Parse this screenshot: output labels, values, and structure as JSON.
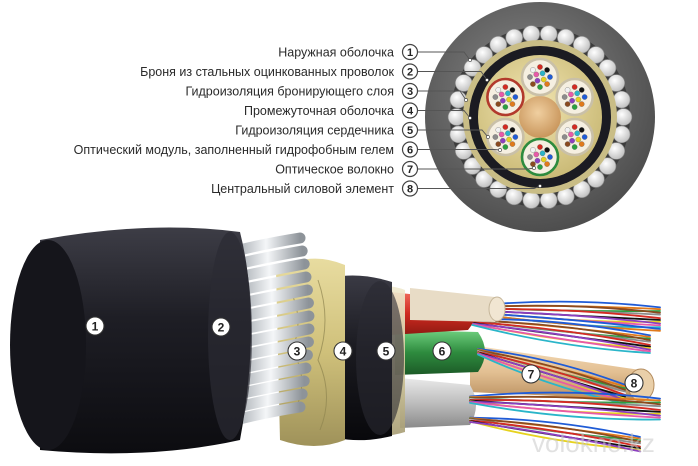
{
  "legend": [
    {
      "num": "1",
      "text": "Наружная оболочка"
    },
    {
      "num": "2",
      "text": "Броня из стальных оцинкованных проволок"
    },
    {
      "num": "3",
      "text": "Гидроизоляция бронирующего слоя"
    },
    {
      "num": "4",
      "text": "Промежуточная оболочка"
    },
    {
      "num": "5",
      "text": "Гидроизоляция сердечника"
    },
    {
      "num": "6",
      "text": "Оптический модуль, заполненный гидрофобным гелем"
    },
    {
      "num": "7",
      "text": "Оптическое волокно"
    },
    {
      "num": "8",
      "text": "Центральный силовой элемент"
    }
  ],
  "tags": {
    "t1": "1",
    "t2": "2",
    "t3": "3",
    "t4": "4",
    "t5": "5",
    "t6": "6",
    "t7": "7",
    "t8": "8"
  },
  "watermark": "volokno.kz",
  "colors": {
    "outer_sheath": "#6e6e6e",
    "armor_wire": "#e6e6e6",
    "hydro": "#d9cf9a",
    "inner_sheath": "#1c1c24",
    "module_red": "#d42b22",
    "module_green": "#2e8b3e",
    "strength_member": "#e4c7a0",
    "label_circle": "#444444"
  },
  "fiber_colors": [
    "#1f5bd6",
    "#e07a1c",
    "#2aa040",
    "#8a4a1f",
    "#8c8c8c",
    "#f2f2f2",
    "#d42b22",
    "#111111",
    "#e6d21e",
    "#8b3fbf",
    "#e85aa8",
    "#2ab5c9"
  ]
}
